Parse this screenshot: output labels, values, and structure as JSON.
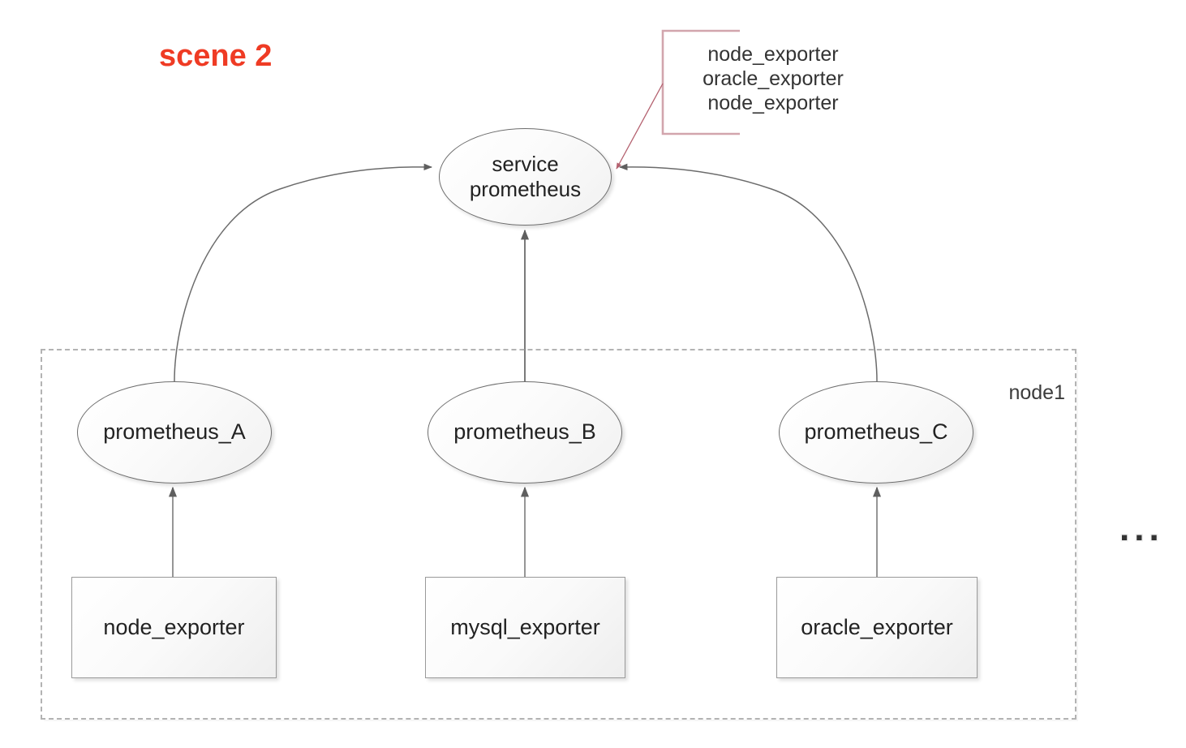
{
  "title": "scene 2",
  "title_color": "#ef3b24",
  "callout": {
    "lines": [
      "node_exporter",
      "oracle_exporter",
      "node_exporter"
    ],
    "border_color": "#d2a5ad"
  },
  "service_node": {
    "line1": "service",
    "line2": "prometheus"
  },
  "group": {
    "label": "node1",
    "border_style": "dashed",
    "border_color": "#b3b3b3"
  },
  "prometheus_nodes": [
    {
      "label": "prometheus_A"
    },
    {
      "label": "prometheus_B"
    },
    {
      "label": "prometheus_C"
    }
  ],
  "exporter_boxes": [
    {
      "label": "node_exporter"
    },
    {
      "label": "mysql_exporter"
    },
    {
      "label": "oracle_exporter"
    }
  ],
  "more_indicator": "...",
  "edge_color": "#666666"
}
